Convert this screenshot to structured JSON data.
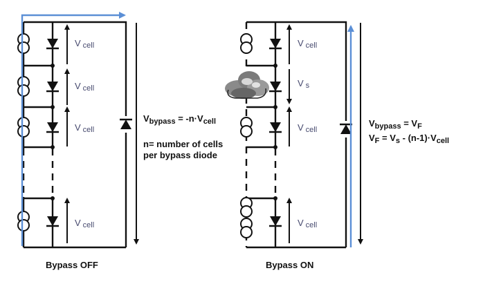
{
  "left_panel": {
    "caption": "Bypass OFF",
    "cell_voltage_labels": [
      {
        "main": "V",
        "sub": "cell"
      },
      {
        "main": "V",
        "sub": "cell"
      },
      {
        "main": "V",
        "sub": "cell"
      },
      {
        "main": "V",
        "sub": "cell"
      }
    ],
    "equation": {
      "main": "V",
      "sub": "bypass",
      "rhs_prefix": " =  -n·V",
      "rhs_sub": "cell"
    },
    "note_line1": "n= number of cells",
    "note_line2": "per  bypass diode"
  },
  "right_panel": {
    "caption": "Bypass ON",
    "cell_voltage_labels": [
      {
        "main": "V",
        "sub": "cell"
      },
      {
        "main": "V",
        "sub": "s"
      },
      {
        "main": "V",
        "sub": "cell"
      },
      {
        "main": "V",
        "sub": "cell"
      }
    ],
    "equation1": {
      "main": "V",
      "sub": "bypass",
      "rhs_main": " = V",
      "rhs_sub": "F"
    },
    "equation2": {
      "main": "V",
      "sub": "F",
      "rhs_main": "  =  V",
      "rhs_sub": "s",
      "rhs_tail": " - (n-1)·V",
      "tail_sub": "cell"
    }
  },
  "colors": {
    "wire": "#111111",
    "current_path": "#5b8fd6",
    "label": "#46496e",
    "cloud": "#6d6d6d"
  },
  "icons": [
    "current-source-icon",
    "diode-icon",
    "bypass-diode-icon",
    "shade-cloud-icon"
  ]
}
